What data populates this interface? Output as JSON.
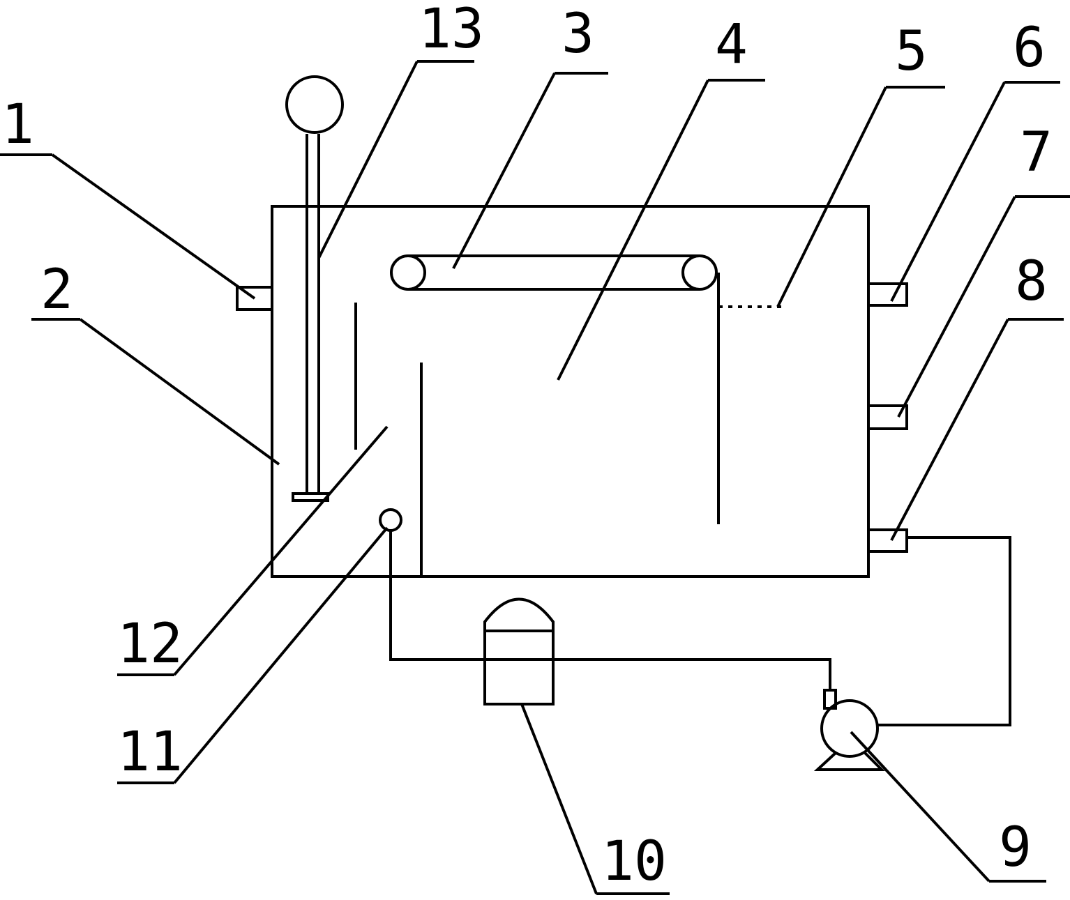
{
  "labels": [
    {
      "id": "1",
      "text": "1"
    },
    {
      "id": "2",
      "text": "2"
    },
    {
      "id": "3",
      "text": "3"
    },
    {
      "id": "4",
      "text": "4"
    },
    {
      "id": "5",
      "text": "5"
    },
    {
      "id": "6",
      "text": "6"
    },
    {
      "id": "7",
      "text": "7"
    },
    {
      "id": "8",
      "text": "8"
    },
    {
      "id": "9",
      "text": "9"
    },
    {
      "id": "10",
      "text": "10"
    },
    {
      "id": "11",
      "text": "11"
    },
    {
      "id": "12",
      "text": "12"
    },
    {
      "id": "13",
      "text": "13"
    }
  ],
  "colors": {
    "stroke": "#000000",
    "background": "#ffffff"
  }
}
